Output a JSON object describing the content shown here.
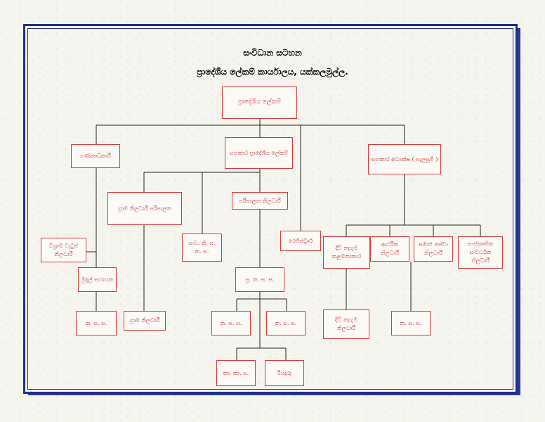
{
  "header": {
    "title": "සංවිධාන සටහන",
    "subtitle": "ප්‍රාදේශීය ලේකම් කාර්යාලය, යක්කලමුල්ල."
  },
  "nodes": {
    "ds": "ප්‍රාදේශීය ලේකම්",
    "accountant": "ගණකාධිකාරී",
    "ads": "සහකාර ප්‍රාදේශීය ලේකම්",
    "adp": "සහකාර අධ්‍යක්ෂ ( සැලසුම් )",
    "gn_admin": "ග්‍රාම නිලධාරී පරිපාලන",
    "admin_officer": "පරිපාලන නිලධාරී",
    "registrar": "රෙජිස්ට්‍රාර්",
    "dev_officer": "විශ්‍රාම වැටුප් නිලධාරී",
    "shroff": "මුදල් සහායක",
    "mo_mk": "සංව. නි. ස. ක. ස.",
    "ma_sa_1": "ක. ස. ස.",
    "gn_officer": "ග්‍රාම නිලධාරී",
    "chief_mso": "ප්‍ර. ක. ස. ස.",
    "ma_sa_2": "ක. ස. ස.",
    "ma_sa_3": "ක. ස. ස.",
    "kks": "කා. කා. ස.",
    "driver": "රියදුරු",
    "samurdhi": "දිවි නැගුම කළමනාකාර",
    "economic": "ආර්ථික නිලධාරී",
    "social_service": "සමාජ සේවා නිලධාරී",
    "cultural": "සංස්කෘතික සංවර්ධන නිලධාරී",
    "samurdhi_dev": "දිවි නැගුම නිලධාරී",
    "ma_sa_4": "ක. ස. ස."
  }
}
